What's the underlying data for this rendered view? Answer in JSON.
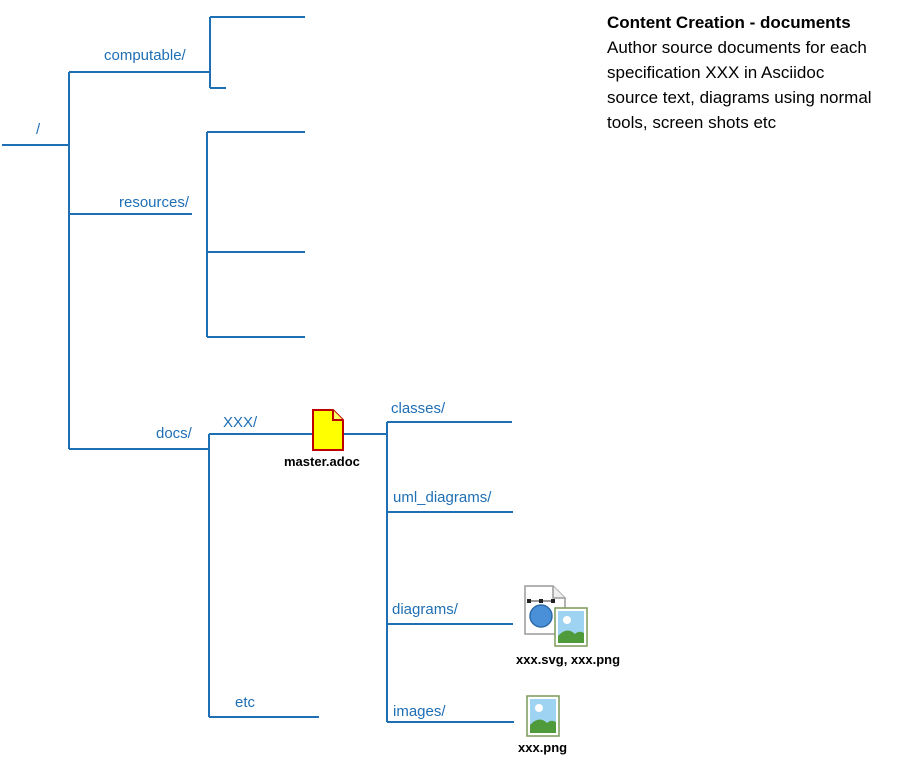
{
  "description": {
    "title": "Content Creation - documents",
    "lines": [
      "Author source documents for each",
      "specification XXX in Asciidoc",
      "source text, diagrams using normal",
      "tools, screen shots etc"
    ]
  },
  "tree": {
    "root": "/",
    "computable": "computable/",
    "resources": "resources/",
    "docs": "docs/",
    "xxx": "XXX/",
    "etc": "etc",
    "classes": "classes/",
    "uml_diagrams": "uml_diagrams/",
    "diagrams": "diagrams/",
    "images": "images/"
  },
  "files": {
    "master": "master.adoc",
    "diagram_files": "xxx.svg, xxx.png",
    "image_file": "xxx.png"
  },
  "colors": {
    "line": "#1f6fb5",
    "label": "#1f6fb5",
    "doc_fill": "#ffff00",
    "doc_stroke": "#c00000"
  }
}
